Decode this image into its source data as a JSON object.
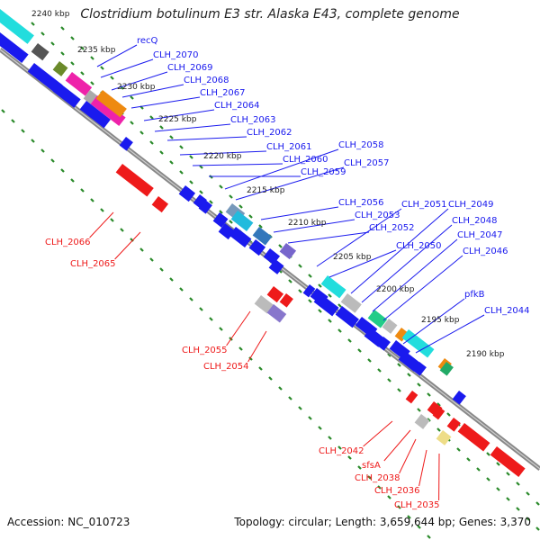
{
  "title": "Clostridium botulinum E3 str. Alaska E43, complete genome",
  "footer": {
    "accession": "Accession: NC_010723",
    "summary": "Topology: circular; Length: 3,659,644 bp; Genes: 3,370"
  },
  "colors": {
    "forward": "#1a1aee",
    "reverse": "#ee1a1a",
    "backbone": "#888888",
    "dots": "#2a8a2a"
  },
  "ticks": [
    "2240 kbp",
    "2235 kbp",
    "2230 kbp",
    "2225 kbp",
    "2220 kbp",
    "2215 kbp",
    "2210 kbp",
    "2205 kbp",
    "2200 kbp",
    "2195 kbp",
    "2190 kbp"
  ],
  "forward_labels": [
    "recQ",
    "CLH_2070",
    "CLH_2069",
    "CLH_2068",
    "CLH_2067",
    "CLH_2064",
    "CLH_2063",
    "CLH_2062",
    "CLH_2061",
    "CLH_2060",
    "CLH_2059",
    "CLH_2058",
    "CLH_2057",
    "CLH_2056",
    "CLH_2053",
    "CLH_2052",
    "CLH_2051",
    "CLH_2050",
    "CLH_2049",
    "CLH_2048",
    "CLH_2047",
    "CLH_2046",
    "pfkB",
    "CLH_2044"
  ],
  "reverse_labels": [
    "CLH_2066",
    "CLH_2065",
    "CLH_2055",
    "CLH_2054",
    "CLH_2042",
    "sfsA",
    "CLH_2038",
    "CLH_2036",
    "CLH_2035"
  ]
}
